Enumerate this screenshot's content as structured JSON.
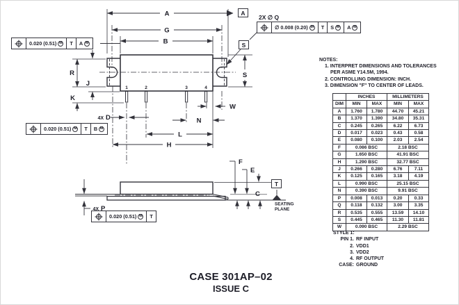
{
  "title": {
    "line1": "CASE 301AP–02",
    "line2": "ISSUE C"
  },
  "notes": {
    "heading": "NOTES:",
    "items": [
      {
        "lines": [
          "1. INTERPRET DIMENSIONS AND TOLERANCES",
          "PER ASME Y14.5M, 1994."
        ]
      },
      {
        "lines": [
          "2. CONTROLLING DIMENSION: INCH."
        ]
      },
      {
        "lines": [
          "3. DIMENSION \"F\" TO CENTER OF LEADS."
        ]
      }
    ]
  },
  "drawing": {
    "labels": {
      "a": "A",
      "g": "G",
      "b": "B",
      "r": "R",
      "j": "J",
      "k": "K",
      "s": "S",
      "w": "W",
      "n": "N",
      "l": "L",
      "h": "H",
      "d": "D",
      "f": "F",
      "e": "E",
      "c": "C",
      "p": "P",
      "qty_d": "4X",
      "qty_p": "4X",
      "q_callout": "2X ∅ Q",
      "pins": [
        "1",
        "2",
        "3",
        "4"
      ],
      "seating_line1": "SEATING",
      "seating_line2": "PLANE"
    },
    "datums": {
      "a": "A",
      "s": "S",
      "t": "T"
    },
    "fcf": {
      "f1": {
        "tol": "0.020 (0.51)",
        "d1": "T",
        "d2": "A"
      },
      "f2": {
        "tol": "∅ 0.008 (0.20)",
        "d1": "T",
        "d2": "S",
        "d3": "A"
      },
      "f3": {
        "tol": "0.020 (0.51)",
        "d1": "T",
        "d2": "B"
      },
      "f4": {
        "tol": "0.020 (0.51)",
        "d1": "T"
      }
    }
  },
  "table": {
    "group_inches": "INCHES",
    "group_mm": "MILLIMETERS",
    "col_headers": [
      "DIM",
      "MIN",
      "MAX",
      "MIN",
      "MAX"
    ],
    "rows": [
      {
        "dim": "A",
        "cells": [
          "1.760",
          "1.780",
          "44.70",
          "45.21"
        ]
      },
      {
        "dim": "B",
        "cells": [
          "1.370",
          "1.390",
          "34.80",
          "35.31"
        ]
      },
      {
        "dim": "C",
        "cells": [
          "0.245",
          "0.265",
          "6.22",
          "6.73"
        ]
      },
      {
        "dim": "D",
        "cells": [
          "0.017",
          "0.023",
          "0.43",
          "0.58"
        ]
      },
      {
        "dim": "E",
        "cells": [
          "0.080",
          "0.100",
          "2.03",
          "2.54"
        ]
      },
      {
        "dim": "F",
        "cells": [
          "0.086 BSC",
          "2.18 BSC"
        ],
        "merged": true
      },
      {
        "dim": "G",
        "cells": [
          "1.650 BSC",
          "41.91 BSC"
        ],
        "merged": true
      },
      {
        "dim": "H",
        "cells": [
          "1.290 BSC",
          "32.77 BSC"
        ],
        "merged": true
      },
      {
        "dim": "J",
        "cells": [
          "0.266",
          "0.280",
          "6.76",
          "7.11"
        ]
      },
      {
        "dim": "K",
        "cells": [
          "0.125",
          "0.165",
          "3.18",
          "4.19"
        ]
      },
      {
        "dim": "L",
        "cells": [
          "0.990 BSC",
          "25.15 BSC"
        ],
        "merged": true
      },
      {
        "dim": "N",
        "cells": [
          "0.390 BSC",
          "9.91 BSC"
        ],
        "merged": true
      },
      {
        "dim": "P",
        "cells": [
          "0.008",
          "0.013",
          "0.20",
          "0.33"
        ]
      },
      {
        "dim": "Q",
        "cells": [
          "0.118",
          "0.132",
          "3.00",
          "3.35"
        ]
      },
      {
        "dim": "R",
        "cells": [
          "0.535",
          "0.555",
          "13.59",
          "14.10"
        ]
      },
      {
        "dim": "S",
        "cells": [
          "0.445",
          "0.465",
          "11.30",
          "11.81"
        ]
      },
      {
        "dim": "W",
        "cells": [
          "0.090 BSC",
          "2.29 BSC"
        ],
        "merged": true
      }
    ]
  },
  "style1": {
    "heading": "STYLE 1:",
    "entries": [
      {
        "label": "PIN 1.",
        "value": "RF INPUT"
      },
      {
        "label": "2.",
        "value": "VDD1"
      },
      {
        "label": "3.",
        "value": "VDD2"
      },
      {
        "label": "4.",
        "value": "RF OUTPUT"
      },
      {
        "label": "CASE:",
        "value": "GROUND"
      }
    ]
  }
}
